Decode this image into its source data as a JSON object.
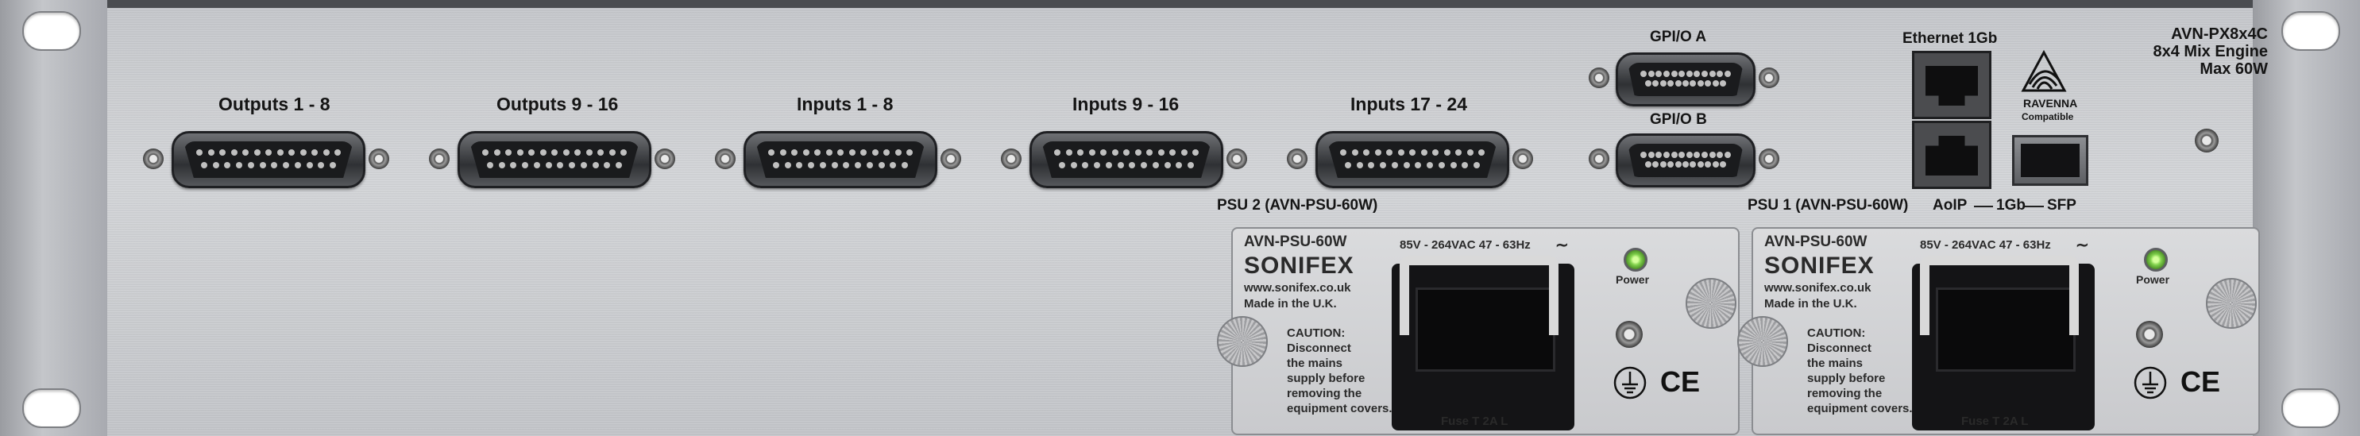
{
  "device": {
    "model": "AVN-PX8x4C",
    "engine": "8x4 Mix Engine",
    "power": "Max 60W"
  },
  "connectors": {
    "outputs_1_8": "Outputs 1 - 8",
    "outputs_9_16": "Outputs 9 - 16",
    "inputs_1_8": "Inputs 1 - 8",
    "inputs_9_16": "Inputs 9 - 16",
    "inputs_17_24": "Inputs 17 - 24",
    "gpio_a": "GPI/O A",
    "gpio_b": "GPI/O B",
    "ethernet": "Ethernet 1Gb",
    "aoip": "AoIP",
    "aoip_speed": "1Gb",
    "sfp": "SFP",
    "ravenna": "RAVENNA",
    "ravenna_sub": "Compatible"
  },
  "psu_slots": {
    "psu2": "PSU 2 (AVN-PSU-60W)",
    "psu1": "PSU 1 (AVN-PSU-60W)"
  },
  "psu": {
    "model": "AVN-PSU-60W",
    "brand": "SONIFEX",
    "website": "www.sonifex.co.uk",
    "made_in": "Made in the U.K.",
    "voltage": "85V - 264VAC 47 - 63Hz",
    "power_label": "Power",
    "caution_title": "CAUTION:",
    "caution_line1": "Disconnect",
    "caution_line2": "the mains",
    "caution_line3": "supply before",
    "caution_line4": "removing the",
    "caution_line5": "equipment covers.",
    "fuse": "Fuse T 2A L",
    "ce": "CE",
    "led_color": "#7fd04b"
  }
}
